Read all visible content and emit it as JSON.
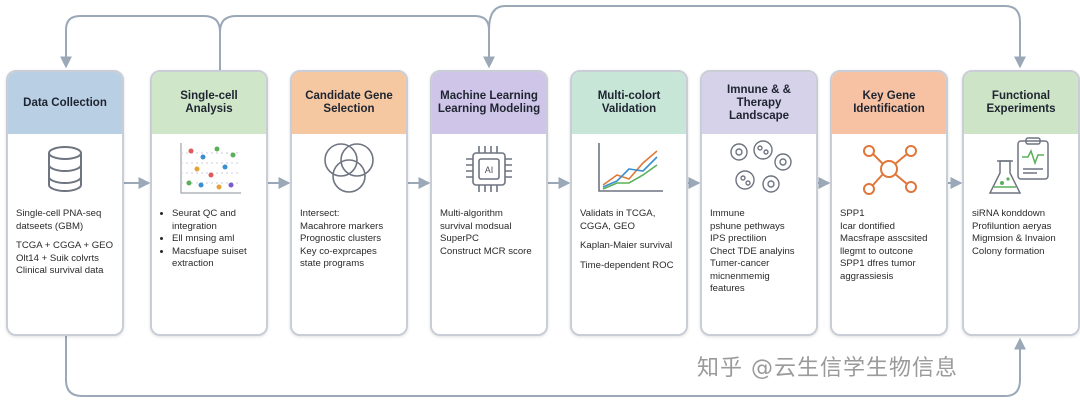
{
  "colors": {
    "wire": "#9aa8b8",
    "stage_heads": [
      "#b9cfe4",
      "#cfe6c9",
      "#f6c8a2",
      "#cfc5e8",
      "#c8e6d8",
      "#d6d2ea",
      "#f7c2a4",
      "#cde4c6"
    ]
  },
  "stages": [
    {
      "title": "Data Collection",
      "icon": "database-icon",
      "lines": [
        "Single-cell PNA-seq",
        "datseets (GBM)",
        "",
        "TCGA + CGGA + GEO",
        "Olt14 + Suik colvrts",
        "Clinical survival data"
      ]
    },
    {
      "title": "Single-cell Analysis",
      "icon": "scatter-plot-icon",
      "bullets": [
        "Seurat QC and",
        "integration",
        "Ell mnsing aml",
        "Macsfuape suiset",
        "extraction"
      ]
    },
    {
      "title": "Candidate Gene Selection",
      "icon": "venn-diagram-icon",
      "lines": [
        "Intersect:",
        "Macahrore markers",
        "Prognostic clusters",
        "Key co-exprcapes",
        "state programs"
      ]
    },
    {
      "title": "Machine Learning Learning Modeling",
      "icon": "ai-chip-icon",
      "icon_text": "AI",
      "lines": [
        "Multi-algorithm",
        "survival modsual",
        "SuperPC",
        "Construct MCR score"
      ]
    },
    {
      "title": "Multi-colort Validation",
      "icon": "line-chart-icon",
      "lines": [
        "Validats in TCGA,",
        "CGGA, GEO",
        "",
        "Kaplan-Maier survival",
        "",
        "Time-dependent ROC"
      ]
    },
    {
      "title": "Imnune & & Therapy Landscape",
      "icon": "immune-cells-icon",
      "lines": [
        "Immune",
        "pshune pethways",
        "IPS prectilion",
        "Chect TDE analyins",
        "Tumer-cancer",
        "micnenmemig",
        "features"
      ]
    },
    {
      "title": "Key Gene Identification",
      "icon": "gene-network-icon",
      "lines": [
        "SPP1",
        "Icar dontified",
        "Macsfrape asscsited",
        "llegmt to outcone",
        "SPP1 dfres tumor",
        "aggrassiesis"
      ]
    },
    {
      "title": "Functional Experiments",
      "icon": "lab-flask-icon",
      "lines": [
        "siRNA konddown",
        "Profiluntion aeryas",
        "Migmsion & Invaion",
        "Colony formation"
      ]
    }
  ],
  "watermark": "知乎 @云生信学生物信息"
}
